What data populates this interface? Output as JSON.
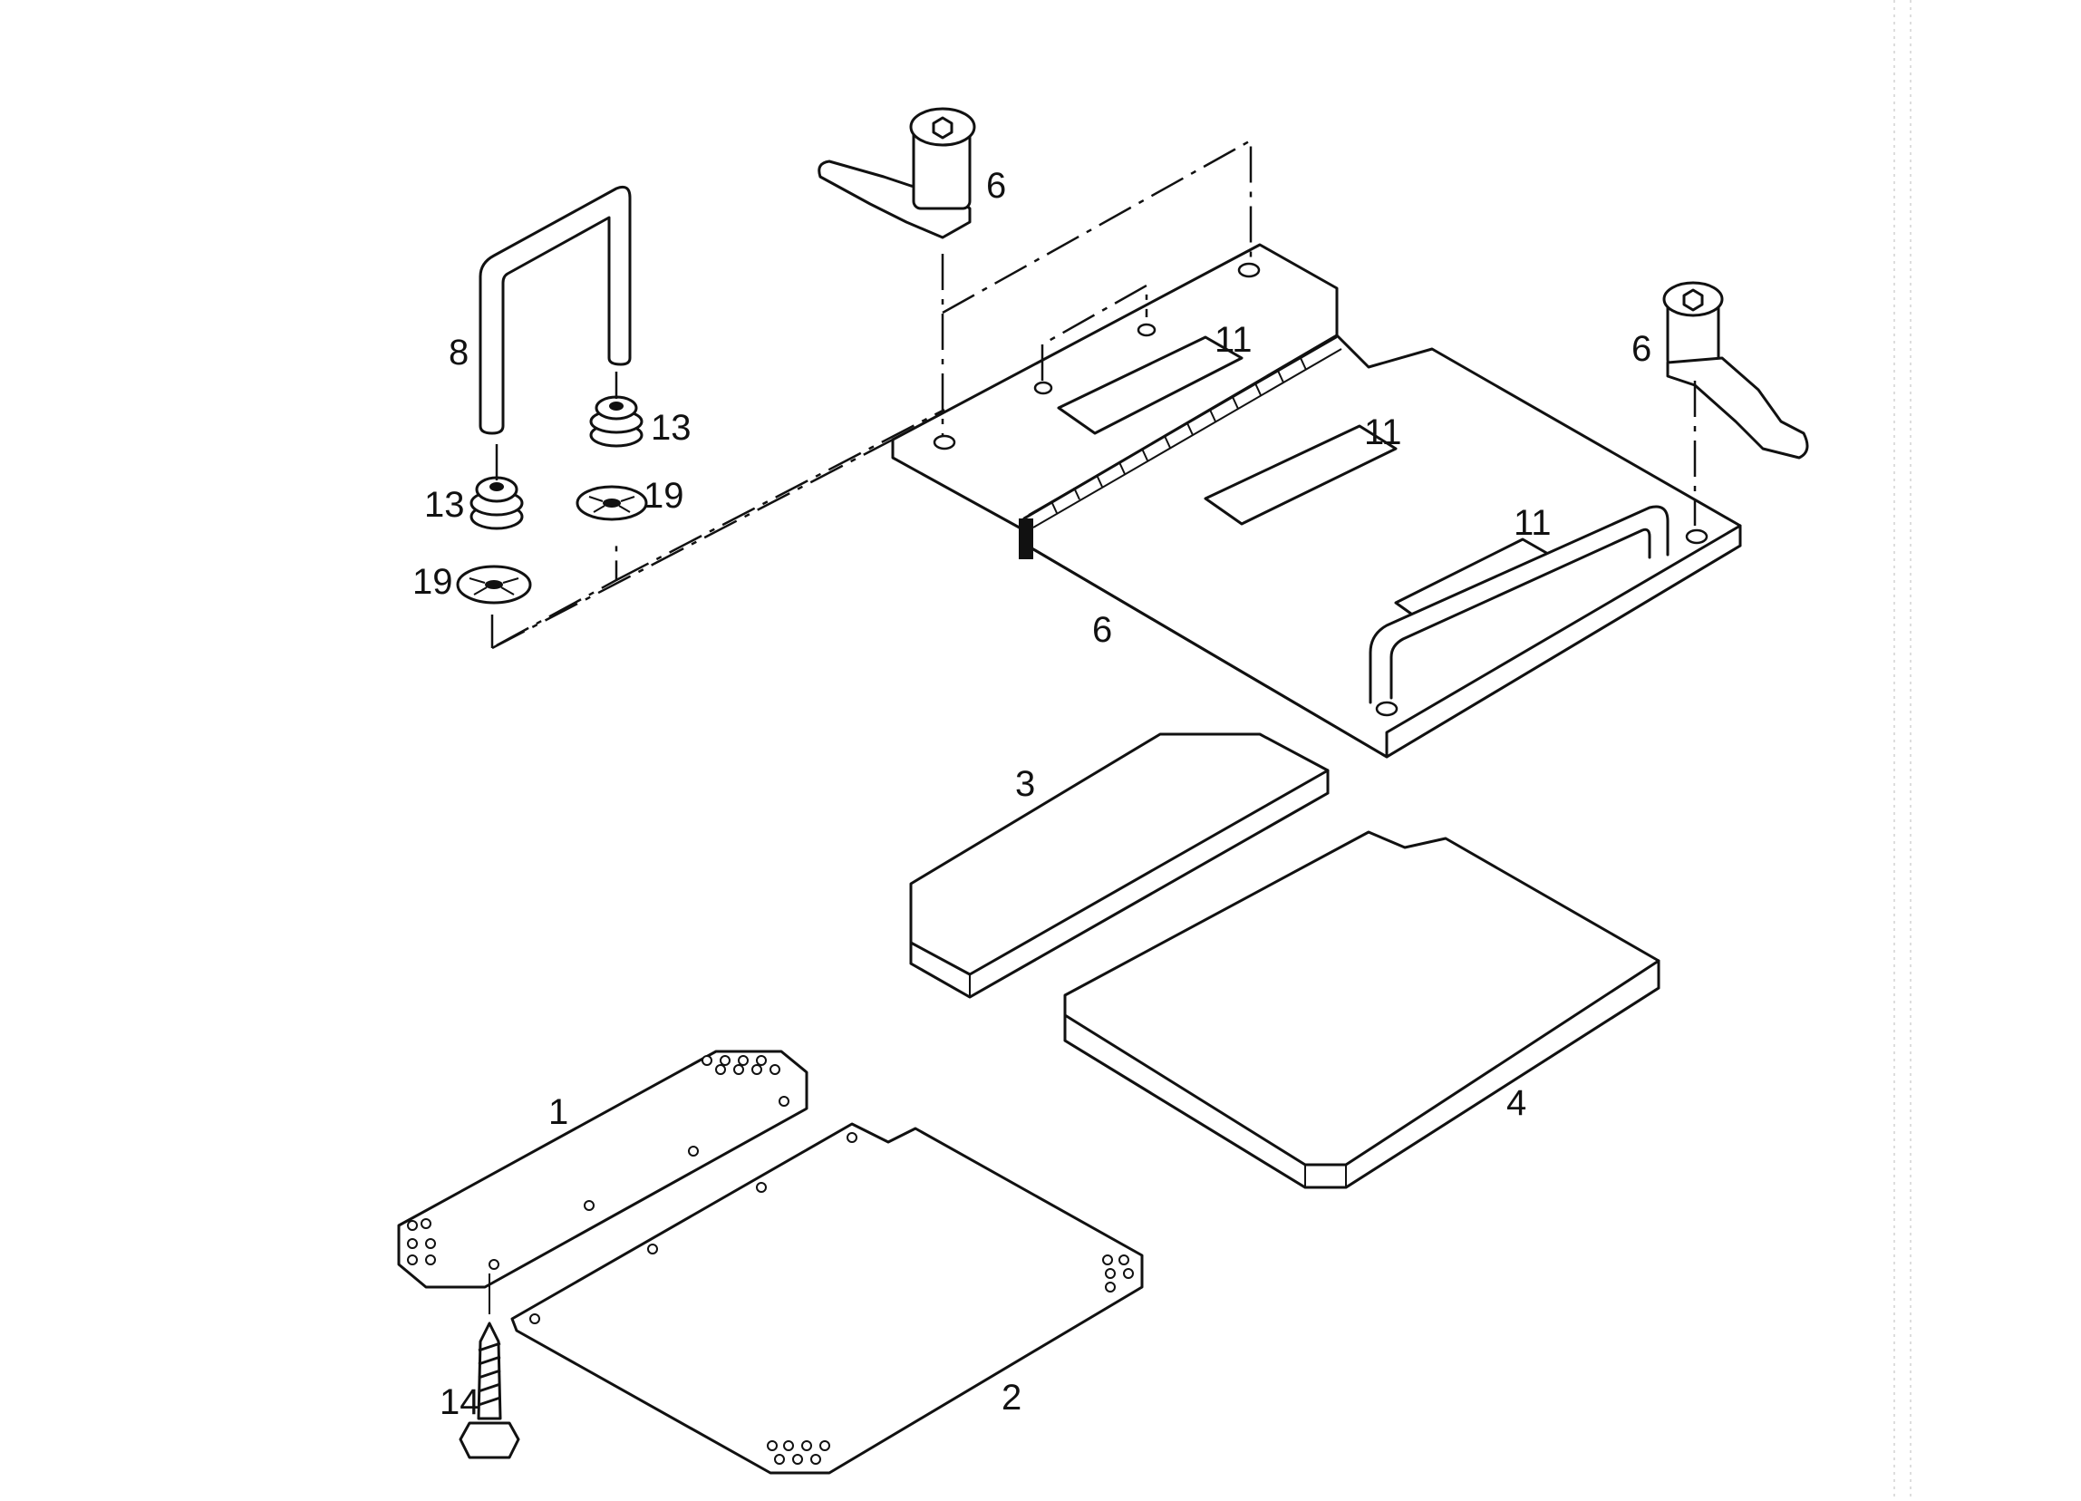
{
  "callouts": {
    "part_1": "1",
    "part_2": "2",
    "part_3": "3",
    "part_4": "4",
    "part_6_top": "6",
    "part_6_right": "6",
    "part_6_base": "6",
    "part_8": "8",
    "part_11_a": "11",
    "part_11_b": "11",
    "part_11_c": "11",
    "part_13_right": "13",
    "part_13_left": "13",
    "part_14": "14",
    "part_19_right": "19",
    "part_19_left": "19"
  },
  "colors": {
    "ink": "#111111",
    "paper": "#ffffff"
  }
}
